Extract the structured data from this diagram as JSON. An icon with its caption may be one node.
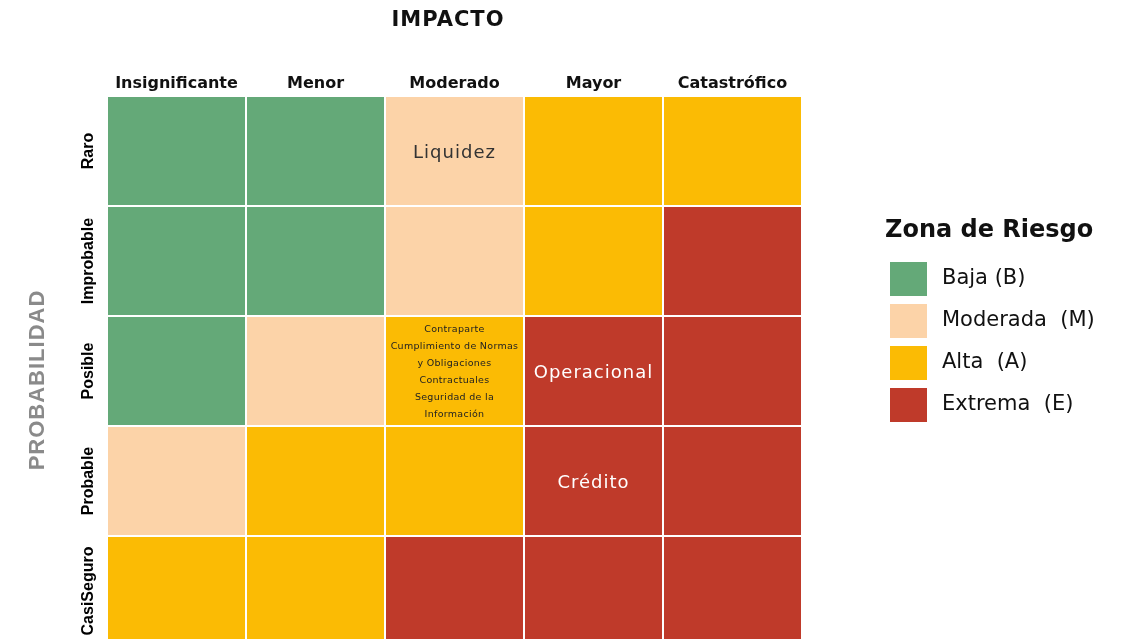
{
  "diagram": {
    "nodes": [
      {
        "text": [],
        "shape": "box"
      },
      {
        "text": [],
        "shape": "box"
      },
      {
        "text": [
          "Liquidez"
        ]
      },
      {
        "text": [],
        "shape": "box"
      },
      {
        "text": [],
        "shape": "box"
      },
      {
        "text": [],
        "shape": "box"
      },
      {
        "text": [],
        "shape": "box"
      },
      {
        "text": [],
        "shape": "box"
      },
      {
        "text": [],
        "shape": "box"
      },
      {
        "text": [],
        "shape": "box"
      },
      {
        "text": [],
        "shape": "box"
      },
      {
        "text": [],
        "shape": "box"
      },
      {
        "text": [
          "Contraparte",
          "Cumplimiento de Normas y Obligaciones Contractuales",
          "Seguridad de la Información"
        ]
      },
      {
        "text": [
          "Operacional"
        ]
      },
      {
        "text": [],
        "shape": "box"
      },
      {
        "text": [],
        "shape": "box"
      },
      {
        "text": [],
        "shape": "box"
      },
      {
        "text": [],
        "shape": "box"
      },
      {
        "text": [
          "Crédito"
        ]
      },
      {
        "text": [],
        "shape": "box"
      },
      {
        "text": [],
        "shape": "box"
      },
      {
        "text": [],
        "shape": "box"
      },
      {
        "text": [],
        "shape": "box"
      },
      {
        "text": [],
        "shape": "box"
      },
      {
        "text": [],
        "shape": "box"
      }
    ],
    "labels": [
      "IMPACTO",
      "Insignificante",
      "Menor",
      "Moderado",
      "Mayor",
      "Catastrófico",
      "PROBABILIDAD",
      "Raro",
      "Improbable",
      "Posible",
      "Probable",
      "CasiSeguro",
      "Zona de Riesgo"
    ],
    "legend": [
      {
        "text": "Baja (B)",
        "color": "#64a978"
      },
      {
        "text": "Moderada  (M)",
        "color": "#fcd3a8"
      },
      {
        "text": "Alta  (A)",
        "color": "#fbbb04"
      },
      {
        "text": "Extrema  (E)",
        "color": "#bf3a2a"
      }
    ]
  }
}
